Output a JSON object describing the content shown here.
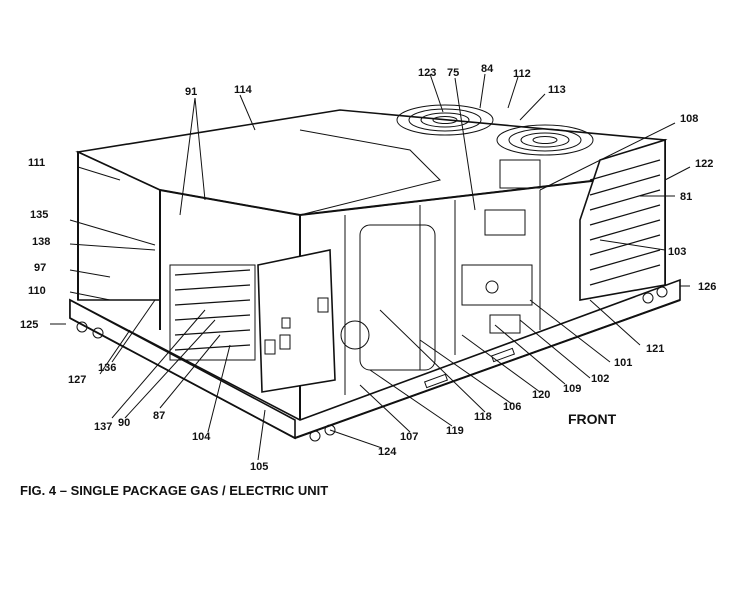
{
  "figure": {
    "caption": "FIG. 4 – SINGLE PACKAGE GAS / ELECTRIC UNIT",
    "front_label": "FRONT"
  },
  "callouts": [
    {
      "id": "c91",
      "text": "91"
    },
    {
      "id": "c114",
      "text": "114"
    },
    {
      "id": "c123",
      "text": "123"
    },
    {
      "id": "c75",
      "text": "75"
    },
    {
      "id": "c84",
      "text": "84"
    },
    {
      "id": "c112",
      "text": "112"
    },
    {
      "id": "c113",
      "text": "113"
    },
    {
      "id": "c108",
      "text": "108"
    },
    {
      "id": "c111",
      "text": "111"
    },
    {
      "id": "c122",
      "text": "122"
    },
    {
      "id": "c81",
      "text": "81"
    },
    {
      "id": "c135",
      "text": "135"
    },
    {
      "id": "c138",
      "text": "138"
    },
    {
      "id": "c103",
      "text": "103"
    },
    {
      "id": "c97",
      "text": "97"
    },
    {
      "id": "c110",
      "text": "110"
    },
    {
      "id": "c126",
      "text": "126"
    },
    {
      "id": "c125",
      "text": "125"
    },
    {
      "id": "c121",
      "text": "121"
    },
    {
      "id": "c101",
      "text": "101"
    },
    {
      "id": "c127",
      "text": "127"
    },
    {
      "id": "c136",
      "text": "136"
    },
    {
      "id": "c102",
      "text": "102"
    },
    {
      "id": "c109",
      "text": "109"
    },
    {
      "id": "c120",
      "text": "120"
    },
    {
      "id": "c106",
      "text": "106"
    },
    {
      "id": "c118",
      "text": "118"
    },
    {
      "id": "c137",
      "text": "137"
    },
    {
      "id": "c90",
      "text": "90"
    },
    {
      "id": "c87",
      "text": "87"
    },
    {
      "id": "c104",
      "text": "104"
    },
    {
      "id": "c107",
      "text": "107"
    },
    {
      "id": "c119",
      "text": "119"
    },
    {
      "id": "c124",
      "text": "124"
    },
    {
      "id": "c105",
      "text": "105"
    }
  ]
}
